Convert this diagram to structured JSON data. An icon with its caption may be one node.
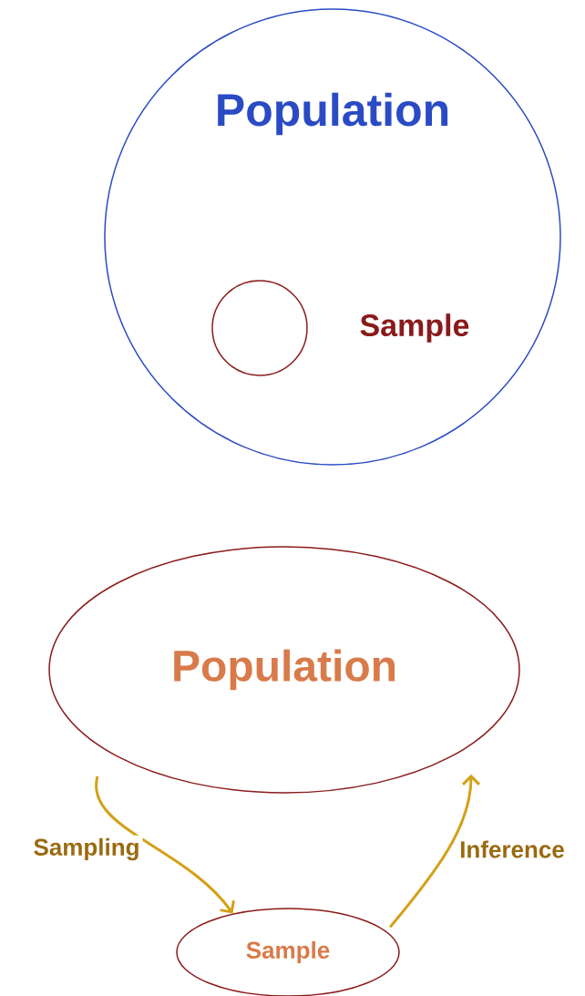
{
  "diagram": {
    "nodes": [
      {
        "text": [
          "Population"
        ]
      },
      {
        "text": [],
        "shape": "circle",
        "in": 0,
        "beside": [
          "Sample"
        ]
      },
      {
        "text": [
          "Population"
        ]
      },
      {
        "text": [
          "Sample"
        ]
      }
    ],
    "edges": [
      {
        "from": 2,
        "to": 3,
        "arrow": "to",
        "label": "Sampling"
      },
      {
        "from": 3,
        "to": 2,
        "arrow": "to",
        "label": "Inference"
      }
    ]
  }
}
